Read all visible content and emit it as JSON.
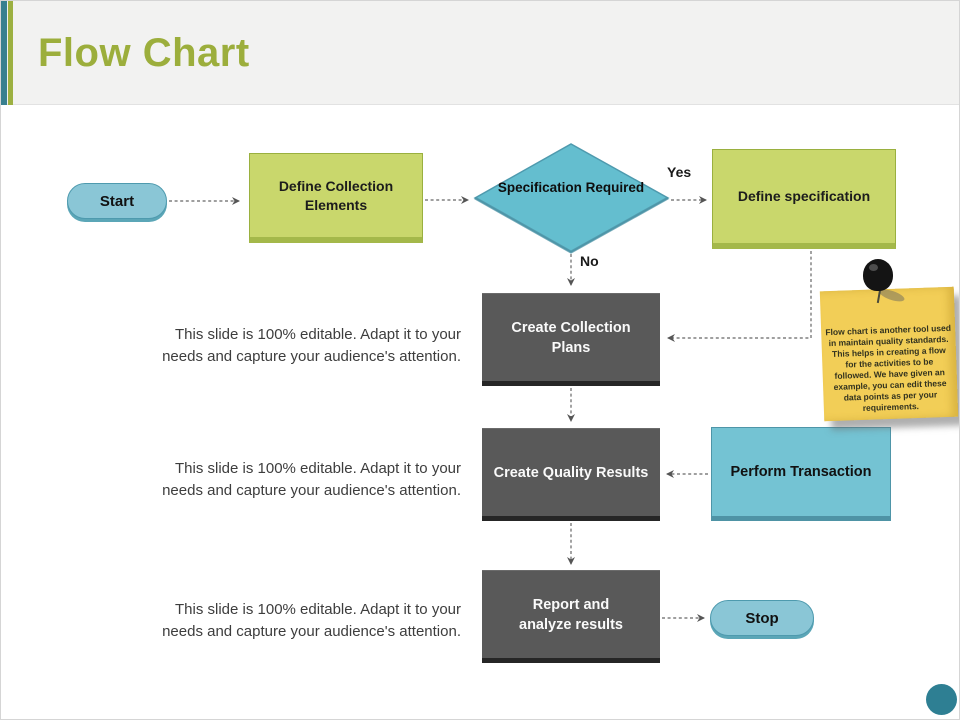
{
  "title": "Flow Chart",
  "colors": {
    "accent_green": "#9cae3c",
    "sidebar_teal": "#38808f",
    "shape_green": "#c9d76c",
    "shape_teal": "#74c3d3",
    "shape_dark": "#595959",
    "note_yellow": "#f2ce57",
    "footer_circle_teal": "#2e7f93"
  },
  "flowchart": {
    "start": "Start",
    "define_collection": "Define Collection Elements",
    "decision": "Specification Required",
    "yes_label": "Yes",
    "no_label": "No",
    "define_specification": "Define specification",
    "create_plans": "Create Collection Plans",
    "create_quality": "Create Quality Results",
    "perform_transaction": "Perform Transaction",
    "report": "Report and analyze results",
    "stop": "Stop"
  },
  "sticky_note": {
    "text": "Flow chart is another  tool used in maintain  quality standards.  This helps  in creating  a flow  for the activities  to be  followed.  We have  given an example,  you can edit these  data  points  as per  your  requirements."
  },
  "editable_text": "This slide is 100% editable. Adapt it to your needs and capture your audience's attention."
}
